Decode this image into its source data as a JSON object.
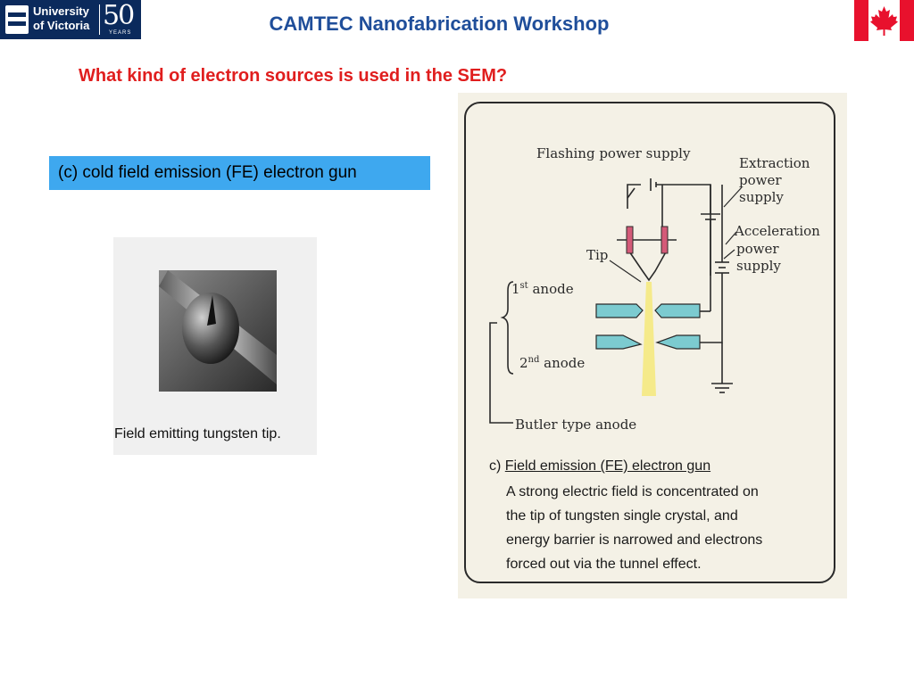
{
  "header": {
    "university_name": "University\nof Victoria",
    "anniversary": "50",
    "anniversary_sub": "YEARS",
    "title": "CAMTEC Nanofabrication Workshop"
  },
  "question": "What kind of electron sources is used in the SEM?",
  "caption_box": "(c) cold field emission (FE) electron gun",
  "photo": {
    "caption": "Field emitting tungsten tip."
  },
  "diagram": {
    "labels": {
      "flashing": "Flashing power supply",
      "extraction": [
        "Extraction",
        "power",
        "supply"
      ],
      "acceleration": [
        "Acceleration",
        "power",
        "supply"
      ],
      "tip": "Tip",
      "anode1_num": "1",
      "anode1_sup": "st",
      "anode1_word": " anode",
      "anode2_num": "2",
      "anode2_sup": "nd",
      "anode2_word": " anode",
      "butler": "Butler type anode"
    },
    "description": {
      "prefix": "c) ",
      "title": "Field emission (FE) electron gun",
      "lines": [
        "A strong electric field is concentrated on",
        "the tip of tungsten single crystal, and",
        "energy barrier is narrowed and electrons",
        "forced out via the tunnel effect."
      ]
    }
  },
  "colors": {
    "title_blue": "#1f4e9a",
    "question_red": "#e01e1e",
    "caption_bg": "#3ea8ef",
    "anode_teal": "#7ccbd0",
    "beam_yellow": "#f5ea8a",
    "holder_pink": "#d45a78",
    "flag_red": "#e8112d"
  }
}
